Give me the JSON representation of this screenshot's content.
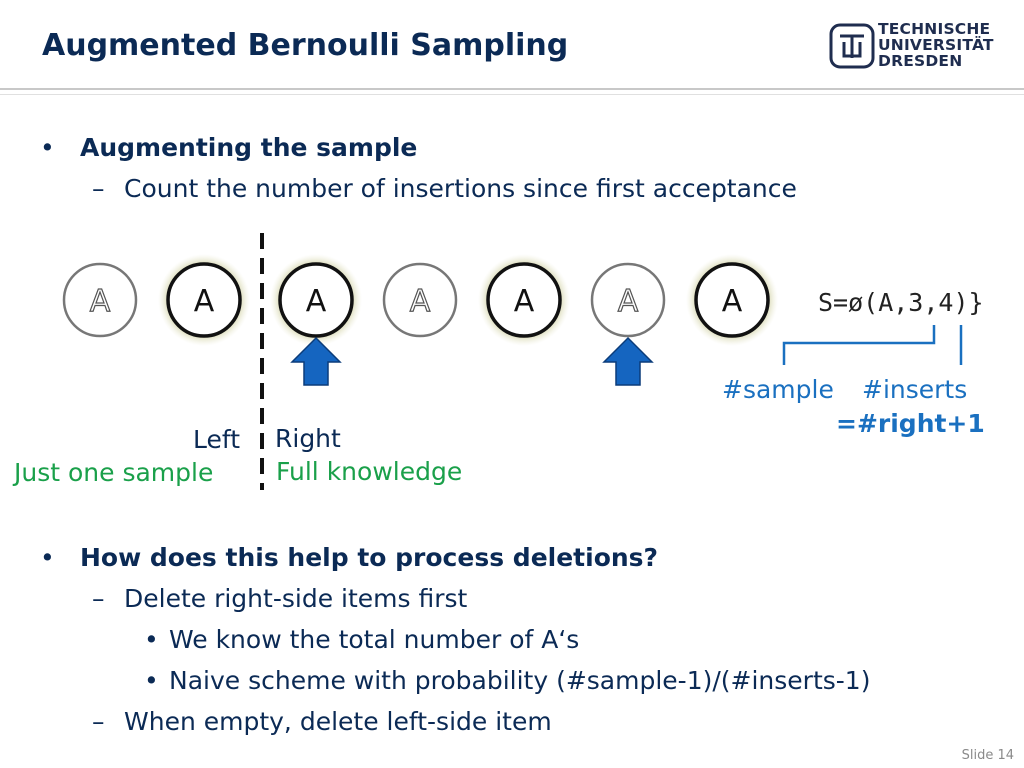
{
  "title": "Augmented Bernoulli Sampling",
  "logo": {
    "line1": "TECHNISCHE",
    "line2": "UNIVERSITÄT",
    "line3": "DRESDEN"
  },
  "bullets": {
    "b1": "Augmenting the sample",
    "b1_sub": "Count the number of insertions since first acceptance",
    "b2": "How does this help to process deletions?",
    "b2_sub1": "Delete right-side items first",
    "b2_sub1_a": "We know the total number of A‘s",
    "b2_sub1_b": "Naive scheme with probability (#sample-1)/(#inserts-1)",
    "b2_sub2": "When empty, delete left-side item"
  },
  "diagram": {
    "items": [
      {
        "label": "A",
        "highlighted": false
      },
      {
        "label": "A",
        "highlighted": true
      },
      {
        "label": "A",
        "highlighted": true
      },
      {
        "label": "A",
        "highlighted": false
      },
      {
        "label": "A",
        "highlighted": true
      },
      {
        "label": "A",
        "highlighted": false
      },
      {
        "label": "A",
        "highlighted": true
      }
    ],
    "formula": "S=ø(A,3,4)}",
    "left_label": "Left",
    "right_label": "Right",
    "left_note": "Just one sample",
    "right_note": "Full knowledge",
    "sample_label": "#sample",
    "inserts_label": "#inserts",
    "right_formula": "=#right+1"
  },
  "colors": {
    "title": "#0b2a55",
    "green": "#1aa04a",
    "blue": "#1a70c0",
    "arrow": "#1565c0",
    "halo": "#c8c890"
  },
  "footer": {
    "slide": "Slide 14"
  }
}
